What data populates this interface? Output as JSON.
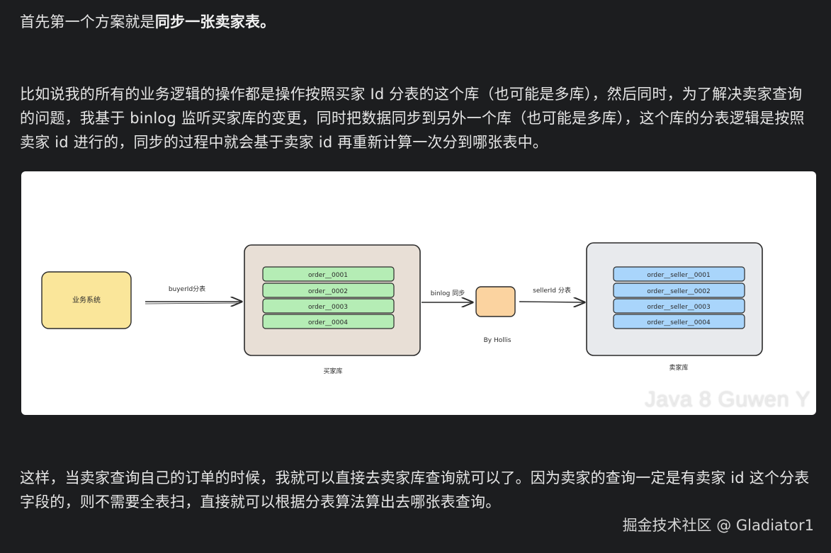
{
  "para1": {
    "text": "首先第一个方案就是",
    "bold": "同步一张卖家表。"
  },
  "para2": "比如说我的所有的业务逻辑的操作都是操作按照买家 Id 分表的这个库（也可能是多库），然后同时，为了解决卖家查询的问题，我基于 binlog 监听买家库的变更，同时把数据同步到另外一个库（也可能是多库），这个库的分表逻辑是按照卖家 id 进行的，同步的过程中就会基于卖家 id 再重新计算一次分到哪张表中。",
  "diagram": {
    "business_system": "业务系统",
    "arrow1_label": "buyerId分表",
    "buyer_db": {
      "label": "买家库",
      "tables": [
        "order__0001",
        "order__0002",
        "order__0003",
        "order__0004"
      ]
    },
    "arrow2_label": "binlog 同步",
    "sync_node_label": "By Hollis",
    "arrow3_label": "sellerId 分表",
    "seller_db": {
      "label": "卖家库",
      "tables": [
        "order__seller__0001",
        "order__seller__0002",
        "order__seller__0003",
        "order__seller__0004"
      ]
    },
    "colors": {
      "business": "#fae69a",
      "buyer_bg": "#e8dfd6",
      "buyer_table": "#b5edb5",
      "sync": "#fbd3a0",
      "seller_bg": "#e8eaed",
      "seller_table": "#a9d5fb"
    }
  },
  "image_watermark": "Java 8 Guwen Y",
  "para3": "这样，当卖家查询自己的订单的时候，我就可以直接去卖家库查询就可以了。因为卖家的查询一定是有卖家 id 这个分表字段的，则不需要全表扫，直接就可以根据分表算法算出去哪张表查询。",
  "footer_watermark": "掘金技术社区 @ Gladiator1"
}
